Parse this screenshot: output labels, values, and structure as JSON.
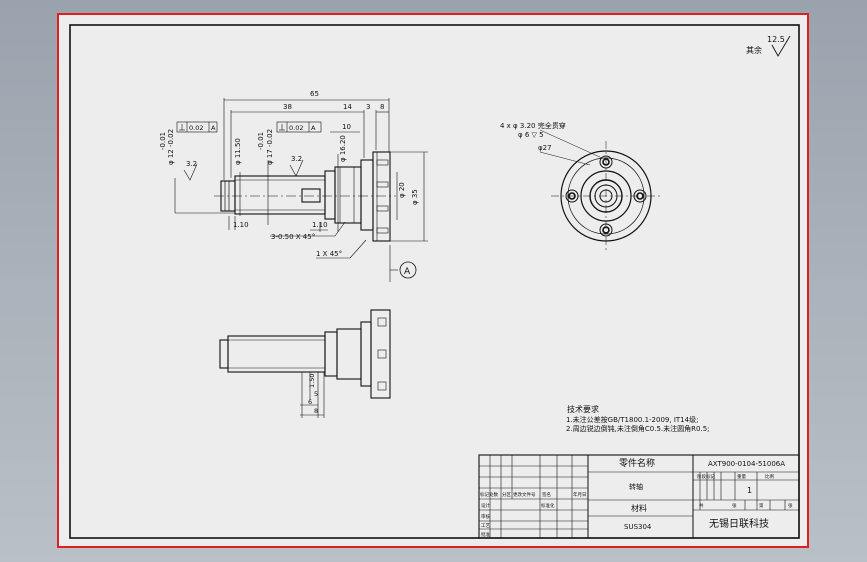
{
  "surface_finish": {
    "value": "12.5",
    "label": "其余"
  },
  "dims": {
    "overall_length": "65",
    "len_38": "38",
    "len_14": "14",
    "len_3": "3",
    "len_8": "8",
    "len_10": "10",
    "dia_left": "φ 12 -0.02",
    "tol_left": "-0.01",
    "dia_1150": "φ 11.50",
    "dia_17": "φ 17 -0.02",
    "tol_17": "-0.01",
    "dia_1620": "φ 16.20",
    "dia_20": "φ 20",
    "dia_35": "φ 35",
    "gt_left_a": "0.02",
    "gt_left_b": "A",
    "gt_mid_a": "0.02",
    "gt_mid_b": "A",
    "rough_a": "3.2",
    "rough_b": "3.2",
    "groove_a": "1.10",
    "groove_b": "1.10",
    "chamfer_a": "3-0.50 X 45°",
    "chamfer_b": "1 X 45°",
    "datum": "A"
  },
  "holes": {
    "spec": "4 x  φ 3.20  完全贯穿",
    "cbore": "φ 6  ▽ 5",
    "pcd": "φ27"
  },
  "bottom_dims": {
    "d50": "1.50",
    "d5": "5",
    "d6": "6",
    "d8": "8"
  },
  "tech_req": {
    "title": "技术要求",
    "line1": "1.未注公差按GB/T1800.1-2009, IT14级;",
    "line2": "2.周边锐边倒钝,未注倒角C0.5.未注圆角R0.5;"
  },
  "title_block": {
    "part_name_label": "零件名称",
    "part_name": "转轴",
    "material_label": "材料",
    "material": "SUS304",
    "drawing_no": "AXT900-0104-51006A",
    "scale": "1",
    "company": "无锡日联科技",
    "row_labels": [
      "标记处数",
      "分区",
      "更改文件号",
      "签名",
      "年月日",
      "设计",
      "标准化",
      "审核",
      "工艺",
      "批准"
    ],
    "stage_labels": [
      "阶段标记",
      "重量",
      "比例"
    ],
    "sheet_labels": [
      "共",
      "张",
      "第",
      "张"
    ]
  }
}
